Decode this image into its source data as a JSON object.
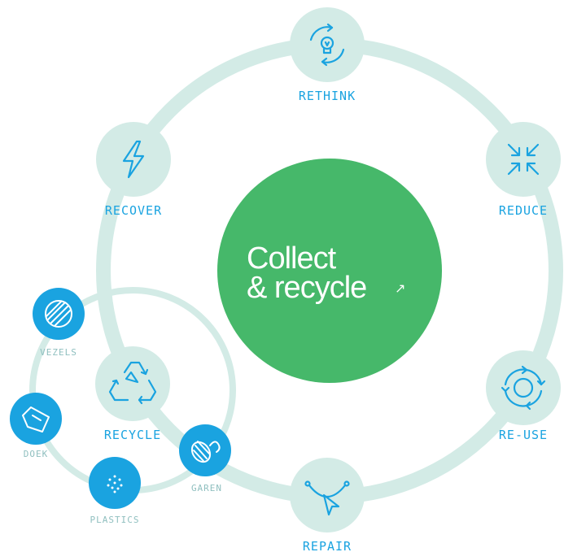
{
  "center": {
    "line1": "Collect",
    "line2": "& recycle",
    "arrow": "↗"
  },
  "main_steps": [
    {
      "key": "rethink",
      "label": "RETHINK",
      "icon": "lightbulb-cycle-icon"
    },
    {
      "key": "reduce",
      "label": "REDUCE",
      "icon": "arrows-inward-icon"
    },
    {
      "key": "reuse",
      "label": "RE-USE",
      "icon": "circular-arrows-icon"
    },
    {
      "key": "repair",
      "label": "REPAIR",
      "icon": "pen-tool-icon"
    },
    {
      "key": "recover",
      "label": "RECOVER",
      "icon": "lightning-icon"
    }
  ],
  "recycle": {
    "label": "RECYCLE",
    "icon": "recycle-icon",
    "materials": [
      {
        "key": "vezels",
        "label": "VEZELS",
        "icon": "fiber-ball-icon"
      },
      {
        "key": "doek",
        "label": "DOEK",
        "icon": "cloth-icon"
      },
      {
        "key": "plastics",
        "label": "PLASTICS",
        "icon": "dots-icon"
      },
      {
        "key": "garen",
        "label": "GAREN",
        "icon": "yarn-spool-icon"
      }
    ]
  },
  "colors": {
    "ring": "#d3ebe6",
    "node": "#d3ebe6",
    "center": "#46b86a",
    "accent": "#1aa3e0",
    "muted_label": "#8fbfbf"
  }
}
